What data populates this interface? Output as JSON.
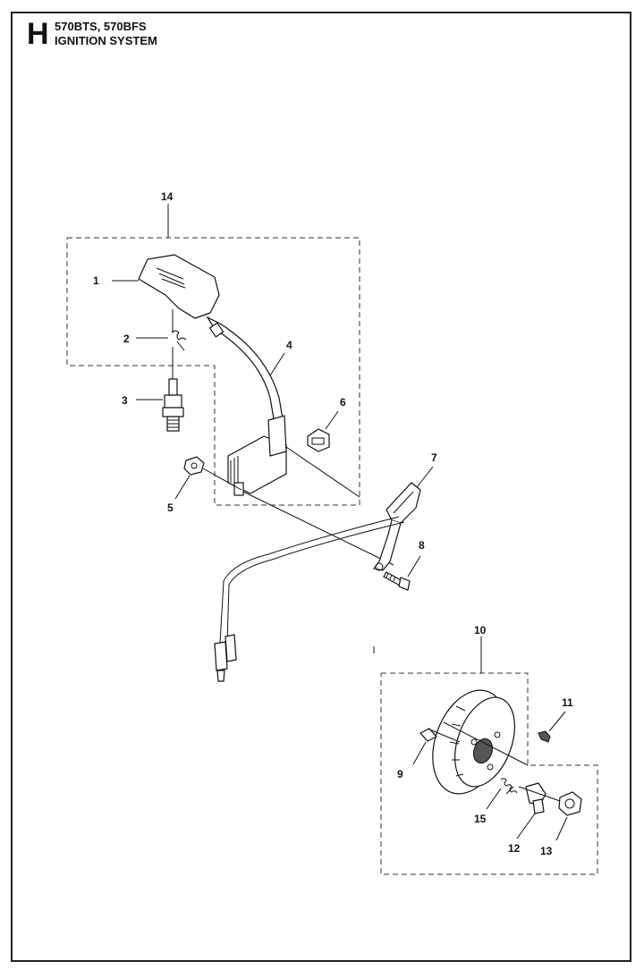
{
  "header": {
    "section_letter": "H",
    "model": "570BTS, 570BFS",
    "title": "IGNITION SYSTEM"
  },
  "callouts": {
    "p1": "1",
    "p2": "2",
    "p3": "3",
    "p4": "4",
    "p5": "5",
    "p6": "6",
    "p7": "7",
    "p8": "8",
    "p9": "9",
    "p10": "10",
    "p11": "11",
    "p12": "12",
    "p13": "13",
    "p14": "14",
    "p15": "15"
  }
}
